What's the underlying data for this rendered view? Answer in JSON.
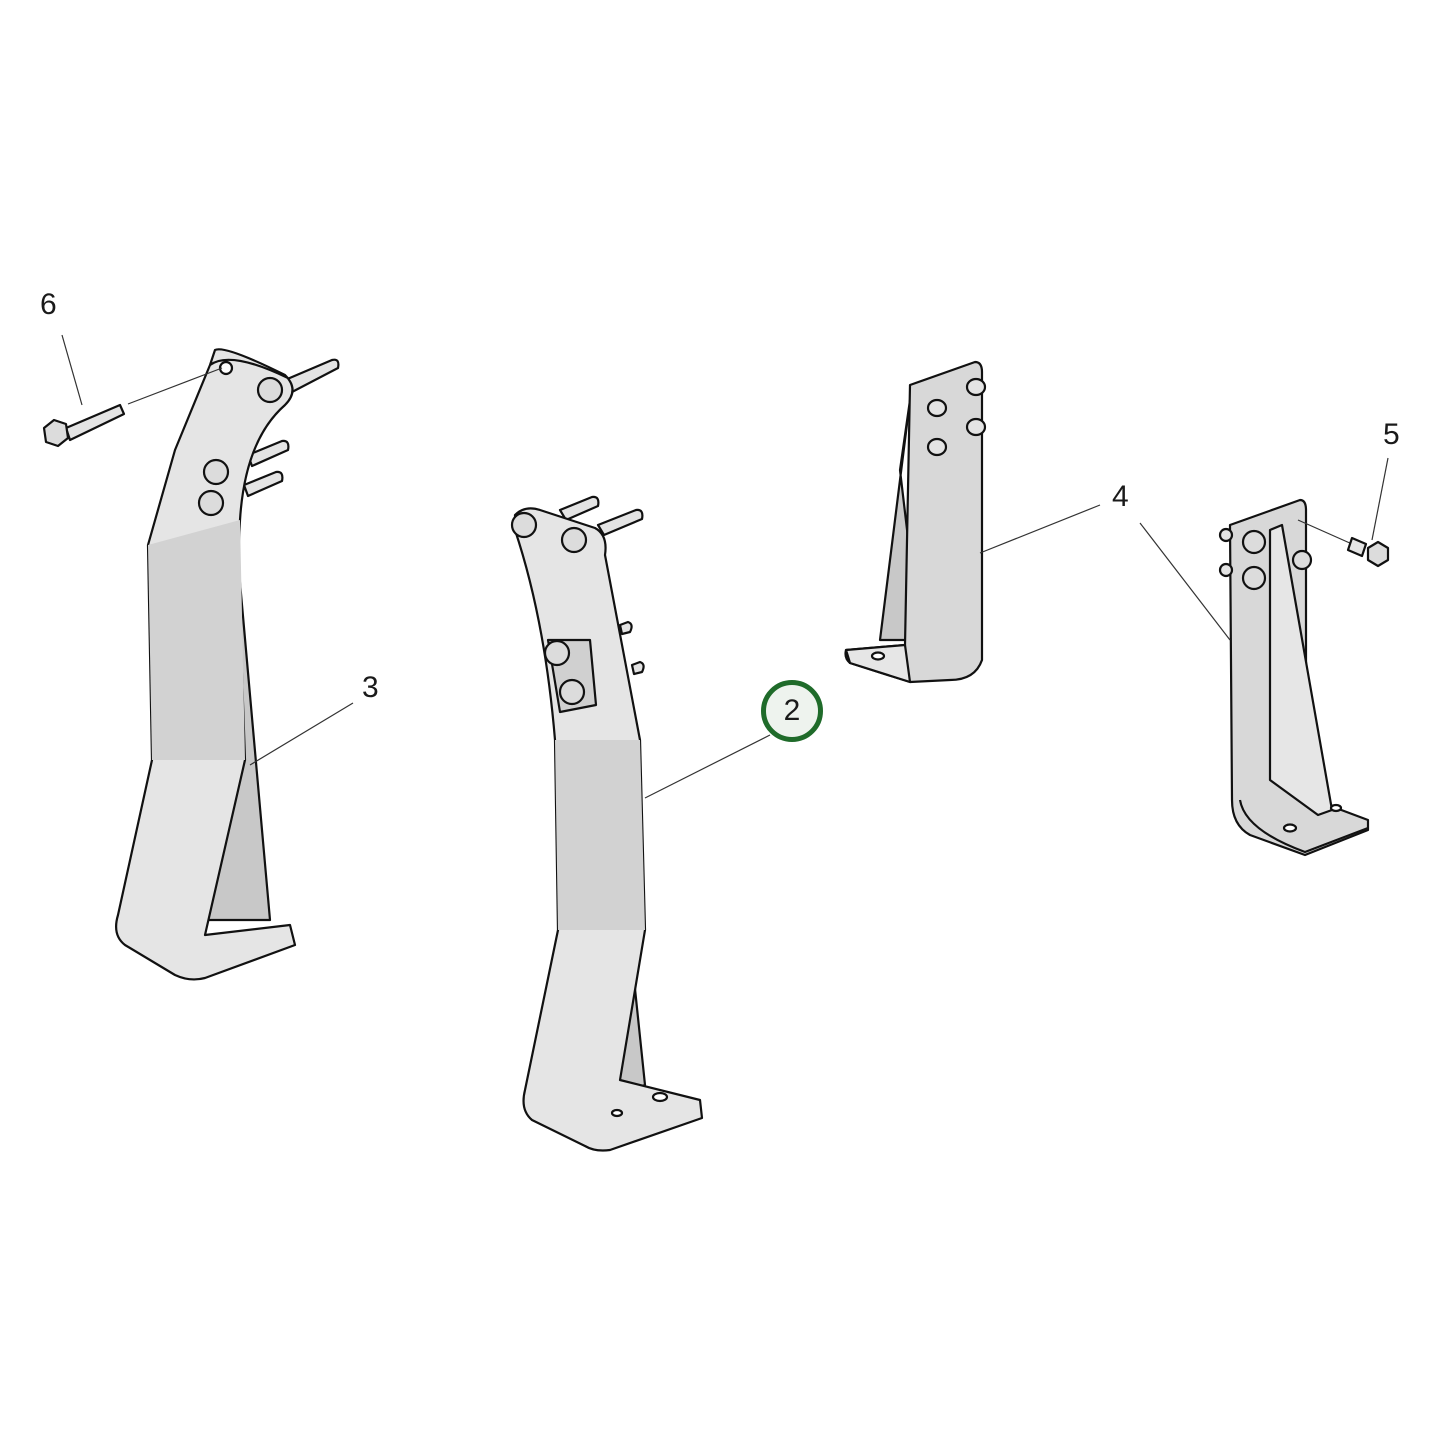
{
  "diagram": {
    "type": "exploded-parts-view",
    "colors": {
      "part_fill_light": "#e6e6e6",
      "part_fill_mid": "#cfcfcf",
      "part_fill_dark": "#bdbdbd",
      "outline": "#111111",
      "highlight_ring": "#1f6b2a",
      "highlight_fill": "#eef3ee",
      "background": "#ffffff"
    },
    "callouts": [
      {
        "id": "2",
        "label": "2",
        "part": "center bracket (curved, with bolts)",
        "highlighted": true
      },
      {
        "id": "3",
        "label": "3",
        "part": "left bracket (curved)"
      },
      {
        "id": "4",
        "label": "4",
        "part": "short straight brackets (two)"
      },
      {
        "id": "5",
        "label": "5",
        "part": "short flange bolt"
      },
      {
        "id": "6",
        "label": "6",
        "part": "long flange bolt"
      }
    ]
  }
}
